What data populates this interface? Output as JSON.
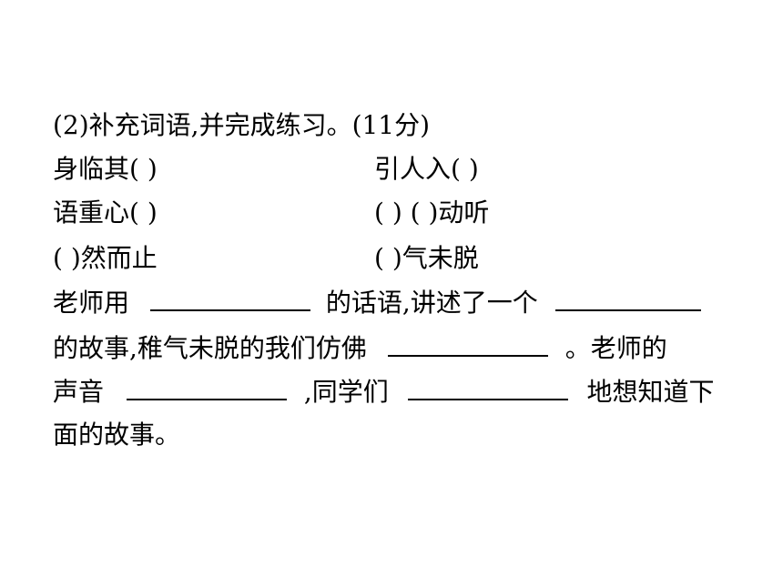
{
  "question": {
    "header": "(2)补充词语,并完成练习。(11分)",
    "idioms": [
      {
        "left": "身临其(        )",
        "right": "引人入(        )"
      },
      {
        "left": "语重心(        )",
        "right": "(        ) (        )动听"
      },
      {
        "left": "(        )然而止",
        "right": "(        )气未脱"
      }
    ],
    "passage": {
      "seg1": "老师用",
      "seg2": "的话语,讲述了一个",
      "seg3": "的故事,稚气未脱的我们仿佛",
      "seg4": "。老师的",
      "seg5": "声音",
      "seg6": ",同学们",
      "seg7": "地想知道下",
      "seg8": "面的故事。"
    }
  }
}
